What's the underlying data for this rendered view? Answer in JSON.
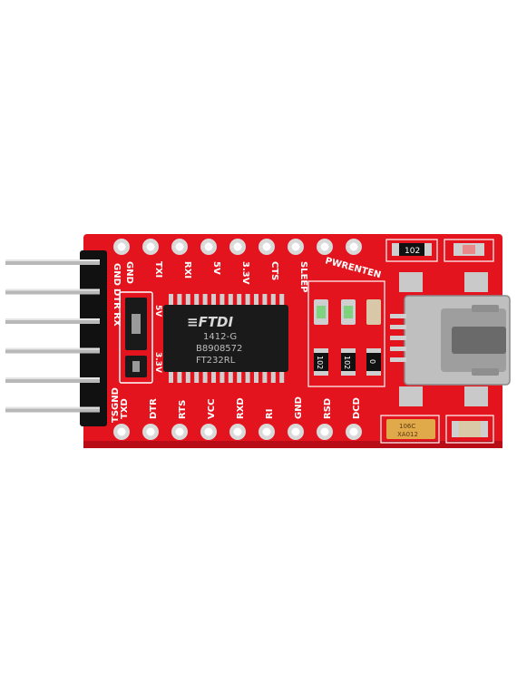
{
  "colors": {
    "pcb": "#e3141e",
    "pcb_dark": "#b80d16",
    "silk": "#ffffff",
    "chip": "#1a1a1a",
    "pad": "#d9d9d9",
    "header": "#111111",
    "pin": "#b8b8b8",
    "usb": "#c9c9c9",
    "tantalum": "#e0a94a"
  },
  "chip": {
    "logo": "≡FTDI",
    "line1": "1412-G",
    "line2": "B8908572",
    "line3": "FT232RL"
  },
  "top_labels": [
    "GND",
    "TXI",
    "RXI",
    "5V",
    "3.3V",
    "CTS",
    "SLEEP",
    "PWRENTEN"
  ],
  "bottom_labels": [
    "TXD",
    "DTR",
    "RTS",
    "VCC",
    "RXD",
    "RI",
    "GND",
    "RSD",
    "DCD"
  ],
  "left_labels": {
    "gnd": "GND",
    "dtr_rx": "DTR RX",
    "v5": "5V",
    "v33": "3.3V",
    "ts_gnd": "TSGND"
  },
  "resistors": {
    "r_top_right": "102",
    "r_mid_1": "102",
    "r_mid_2": "102",
    "r_mid_3": "0"
  },
  "tantalum": {
    "line1": "106C",
    "line2": "XA012"
  },
  "icons": [
    "pcb-board-icon",
    "mini-usb-connector-icon",
    "pin-header-icon"
  ]
}
